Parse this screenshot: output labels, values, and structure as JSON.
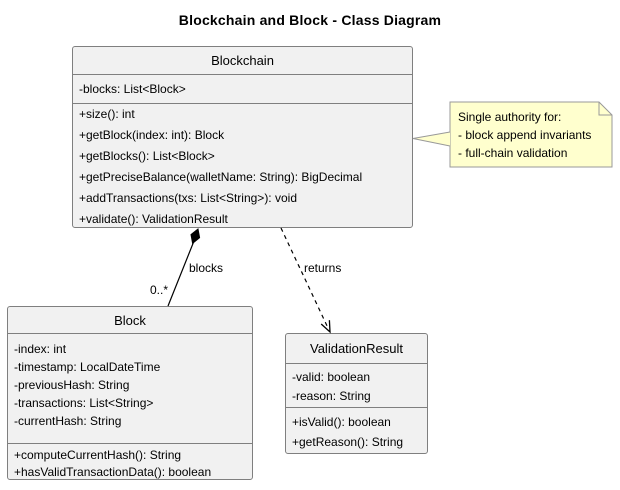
{
  "diagram": {
    "title": "Blockchain and Block - Class Diagram"
  },
  "classes": [
    {
      "name": "Blockchain",
      "attributes": [
        "-blocks: List<Block>"
      ],
      "methods": [
        "+size(): int",
        "+getBlock(index: int): Block",
        "+getBlocks(): List<Block>",
        "+getPreciseBalance(walletName: String): BigDecimal",
        "+addTransactions(txs: List<String>): void",
        "+validate(): ValidationResult"
      ]
    },
    {
      "name": "Block",
      "attributes": [
        "-index: int",
        "-timestamp: LocalDateTime",
        "-previousHash: String",
        "-transactions: List<String>",
        "-currentHash: String"
      ],
      "methods": [
        "+computeCurrentHash(): String",
        "+hasValidTransactionData(): boolean"
      ]
    },
    {
      "name": "ValidationResult",
      "attributes": [
        "-valid: boolean",
        "-reason: String"
      ],
      "methods": [
        "+isValid(): boolean",
        "+getReason(): String"
      ]
    }
  ],
  "note": {
    "attached_to": "Blockchain",
    "lines": [
      "Single authority for:",
      "- block append invariants",
      "- full-chain validation"
    ]
  },
  "relationships": [
    {
      "type": "composition",
      "from": "Block",
      "to": "Blockchain",
      "label": "blocks",
      "multiplicity": "0..*"
    },
    {
      "type": "dependency",
      "style": "dashed",
      "from": "Blockchain",
      "to": "ValidationResult",
      "label": "returns"
    }
  ],
  "colors": {
    "class_fill": "#f1f1f1",
    "class_border": "#7f7f7f",
    "note_fill": "#ffffce",
    "note_border": "#999999",
    "edge": "#000000",
    "background": "#ffffff"
  }
}
